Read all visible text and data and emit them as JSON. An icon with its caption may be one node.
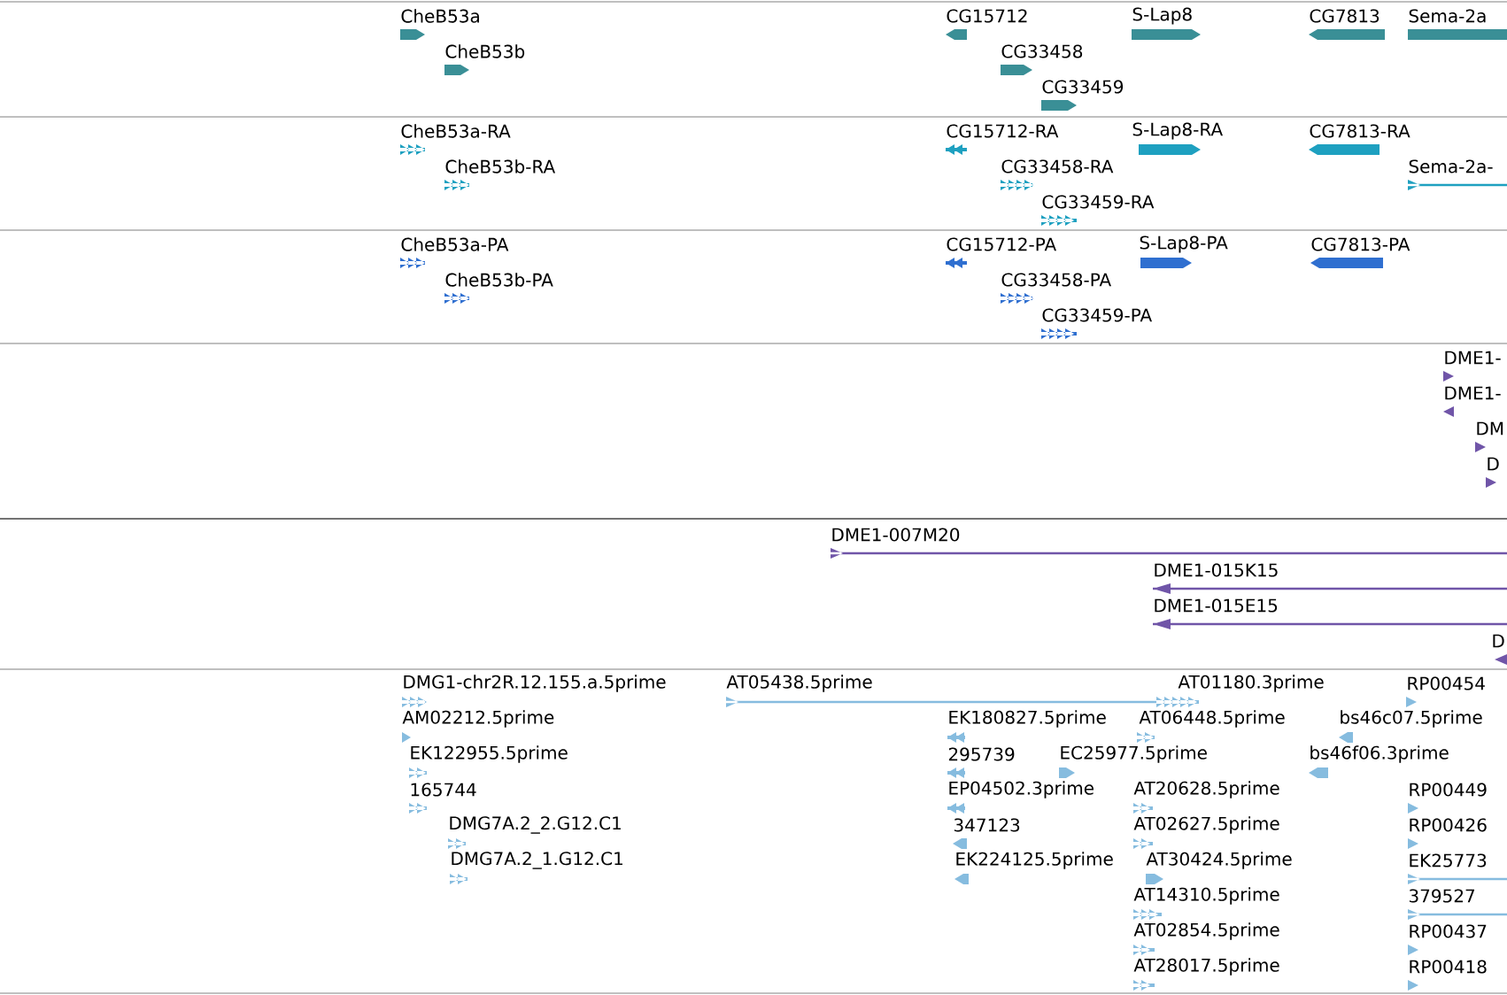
{
  "diagram": {
    "labels": [
      "CheB53a",
      "CheB53b",
      "CG15712",
      "CG33458",
      "CG33459",
      "S-Lap8",
      "CG7813",
      "Sema-2a",
      "CheB53a-RA",
      "CheB53b-RA",
      "CG15712-RA",
      "CG33458-RA",
      "CG33459-RA",
      "S-Lap8-RA",
      "CG7813-RA",
      "Sema-2a-",
      "CheB53a-PA",
      "CheB53b-PA",
      "CG15712-PA",
      "CG33458-PA",
      "CG33459-PA",
      "S-Lap8-PA",
      "CG7813-PA",
      "DME1-",
      "DME1-",
      "DM",
      "D",
      "DME1-007M20",
      "DME1-015K15",
      "DME1-015E15",
      "D",
      "DMG1-chr2R.12.155.a.5prime",
      "AT05438.5prime",
      "AT01180.3prime",
      "RP00454",
      "AM02212.5prime",
      "EK180827.5prime",
      "AT06448.5prime",
      "bs46c07.5prime",
      "EK122955.5prime",
      "295739",
      "EC25977.5prime",
      "bs46f06.3prime",
      "165744",
      "EP04502.3prime",
      "AT20628.5prime",
      "RP00449",
      "DMG7A.2_2.G12.C1",
      "347123",
      "AT02627.5prime",
      "RP00426",
      "DMG7A.2_1.G12.C1",
      "EK224125.5prime",
      "AT30424.5prime",
      "EK25773",
      "AT14310.5prime",
      "379527",
      "AT02854.5prime",
      "RP00437",
      "AT28017.5prime",
      "RP00418"
    ]
  }
}
